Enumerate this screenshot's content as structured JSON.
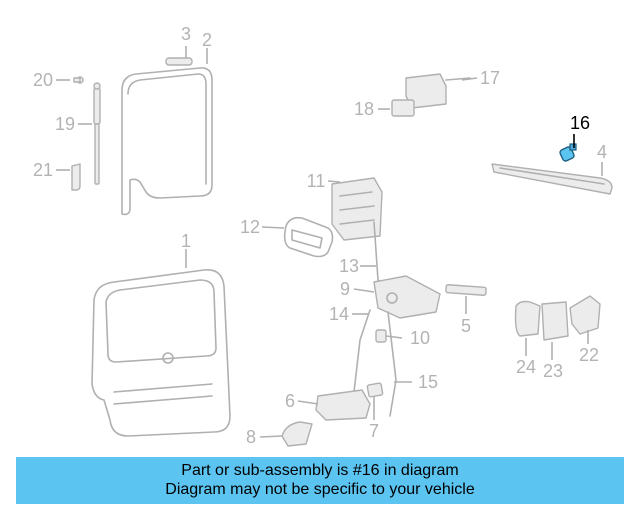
{
  "callouts": {
    "c1": "1",
    "c2": "2",
    "c3": "3",
    "c4": "4",
    "c5": "5",
    "c6": "6",
    "c7": "7",
    "c8": "8",
    "c9": "9",
    "c10": "10",
    "c11": "11",
    "c12": "12",
    "c13": "13",
    "c14": "14",
    "c15": "15",
    "c16": "16",
    "c17": "17",
    "c18": "18",
    "c19": "19",
    "c20": "20",
    "c21": "21",
    "c22": "22",
    "c23": "23",
    "c24": "24"
  },
  "highlight_color": "#5bc4f1",
  "banner": {
    "line1": "Part or sub-assembly is #16 in diagram",
    "line2": "Diagram may not be specific to your vehicle"
  }
}
